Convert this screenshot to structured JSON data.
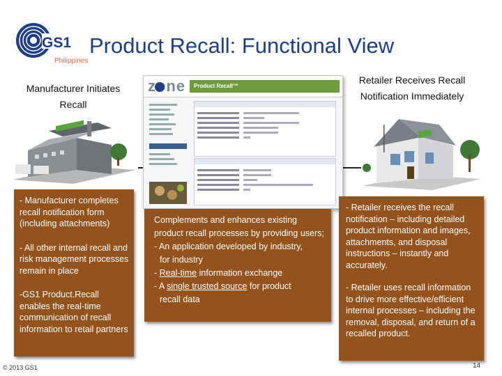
{
  "header": {
    "title": "Product Recall: Functional View",
    "logo_text": "GS1",
    "logo_sub": "Philippines"
  },
  "manufacturer": {
    "label": "Manufacturer Initiates Recall",
    "bullets": [
      "- Manufacturer completes recall notification form (including attachments)",
      "- All other internal recall and risk management processes remain in place",
      "-GS1 Product.Recall enables the real-time communication of recall information to retail partners"
    ]
  },
  "retailer": {
    "label": "Retailer Receives Recall Notification Immediately",
    "bullets": [
      "- Retailer receives the recall notification – including detailed product information and images, attachments, and disposal instructions – instantly and accurately.",
      "- Retailer uses recall information to drive more effective/efficient internal processes – including the removal, disposal, and return of a recalled product."
    ]
  },
  "middle": {
    "line1": "Complements and enhances existing product recall processes by providing users;",
    "b1": "- An application developed by industry,",
    "b1b": "for industry",
    "b2_pre": "- ",
    "b2_u": "Real-time",
    "b2_post": " information exchange",
    "b3_pre": "- A ",
    "b3_u": "single trusted source",
    "b3_post": " for product",
    "b3b": "recall data"
  },
  "screenshot": {
    "brand": "zone",
    "tab": "Product Recall™"
  },
  "footer": {
    "copyright": "© 2013 GS1",
    "page": "14"
  },
  "colors": {
    "title": "#1f3e86",
    "box": "#94521c",
    "gs1_orange": "#f26334"
  }
}
